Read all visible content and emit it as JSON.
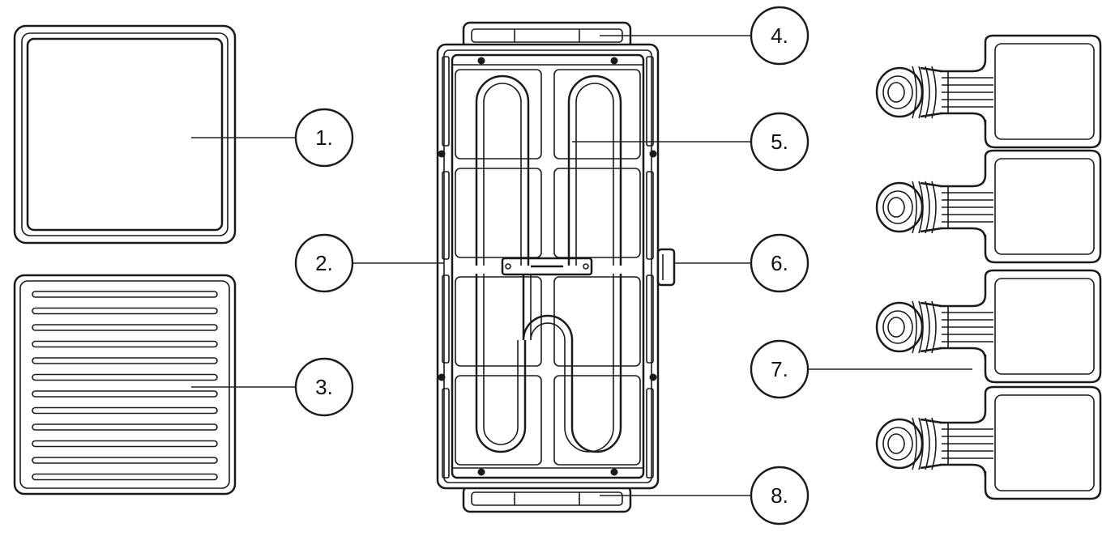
{
  "callouts": [
    {
      "id": "1",
      "label": "1."
    },
    {
      "id": "2",
      "label": "2."
    },
    {
      "id": "3",
      "label": "3."
    },
    {
      "id": "4",
      "label": "4."
    },
    {
      "id": "5",
      "label": "5."
    },
    {
      "id": "6",
      "label": "6."
    },
    {
      "id": "7",
      "label": "7."
    },
    {
      "id": "8",
      "label": "8."
    }
  ],
  "colors": {
    "line": "#1a1a1a",
    "background": "#ffffff"
  }
}
